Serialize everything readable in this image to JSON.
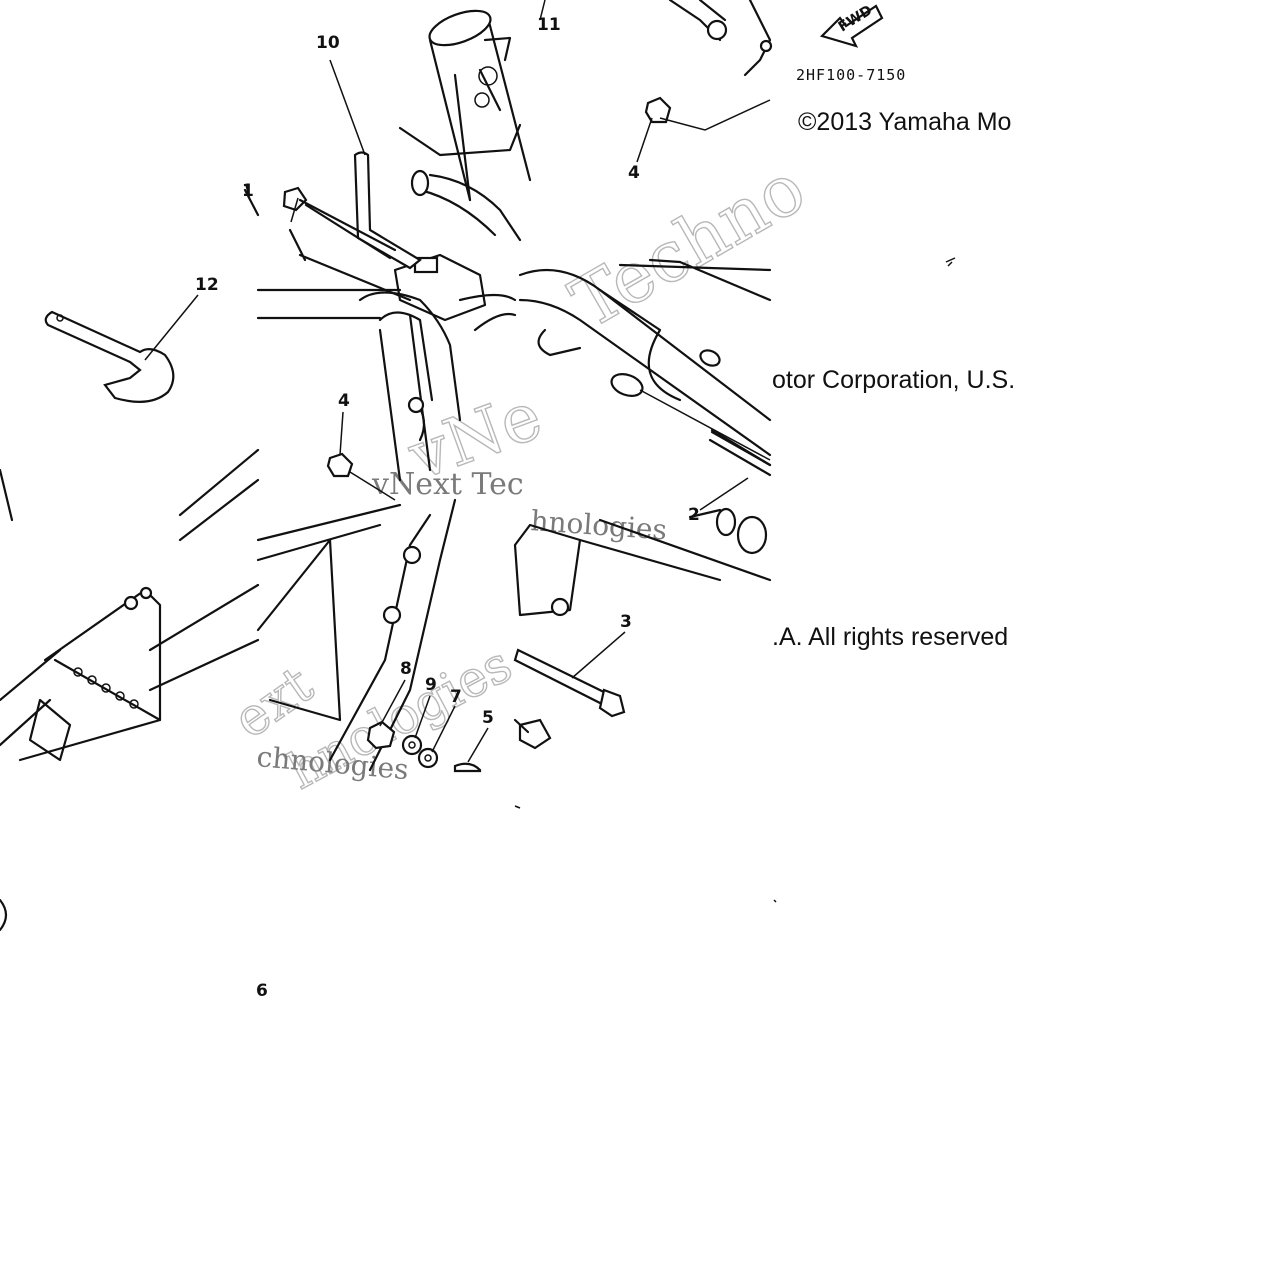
{
  "diagram": {
    "part_code": "2HF100-7150",
    "fwd_label": "FWD",
    "copyright_segments": [
      "©2013 Yamaha Mo",
      "otor Corporation, U.S.",
      ".A. All rights reserved"
    ],
    "watermark": {
      "segments": [
        "vNext Tec",
        "hnologies",
        "Techno",
        "chnologies",
        "ext",
        "vNe"
      ]
    },
    "callouts": [
      "10",
      "11",
      "12",
      "4",
      "4",
      "3",
      "8",
      "9",
      "7",
      "5",
      "6",
      "1",
      "2"
    ]
  }
}
